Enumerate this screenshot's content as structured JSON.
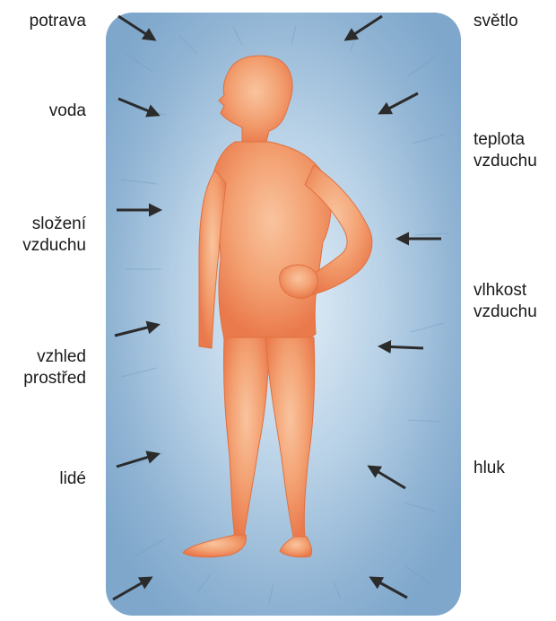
{
  "colors": {
    "aura": "#8fb6d6",
    "aura_light": "#d3e4f1",
    "figure": "#f08a5f",
    "figure_light": "#f7b08a",
    "arrow": "#2b2b2b"
  },
  "labels_left": [
    {
      "lines": [
        "potrava"
      ]
    },
    {
      "lines": [
        "voda"
      ]
    },
    {
      "lines": [
        "složení",
        "vzduchu"
      ]
    },
    {
      "lines": [
        "vzhled",
        "prostřed"
      ]
    },
    {
      "lines": [
        "lidé"
      ]
    }
  ],
  "labels_right": [
    {
      "lines": [
        "světlo"
      ]
    },
    {
      "lines": [
        "teplota",
        "vzduchu"
      ]
    },
    {
      "lines": [
        "vlhkost",
        "vzduchu"
      ]
    },
    {
      "lines": [
        "hluk"
      ]
    }
  ]
}
